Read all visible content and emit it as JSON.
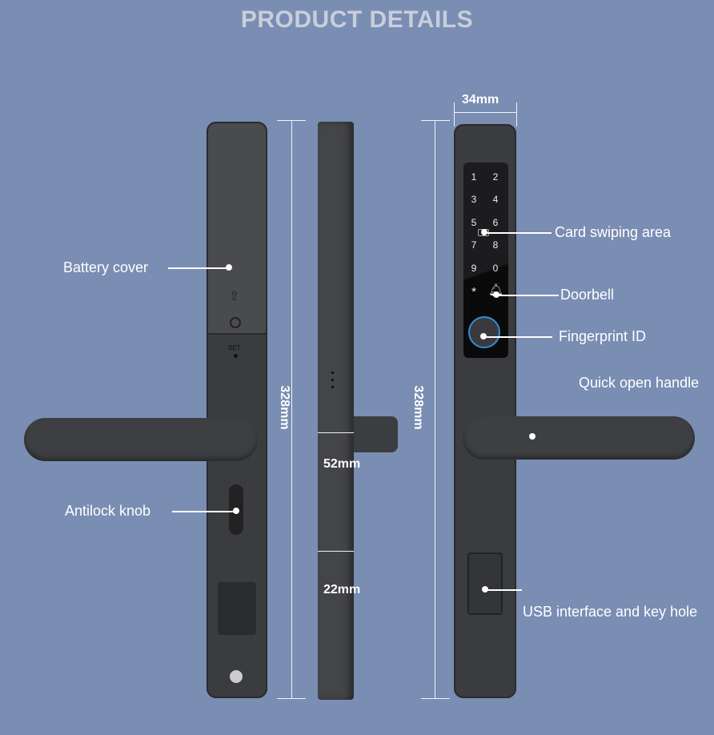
{
  "title": "PRODUCT DETAILS",
  "labels": {
    "battery_cover": "Battery cover",
    "antilock_knob": "Antilock knob",
    "card_swiping_area": "Card swiping area",
    "doorbell": "Doorbell",
    "fingerprint_id": "Fingerprint ID",
    "quick_open_handle": "Quick open handle",
    "usb_interface": "USB interface and key hole"
  },
  "dimensions": {
    "height_left": "328mm",
    "height_right": "328mm",
    "width": "34mm",
    "spindle": "52mm",
    "depth": "22mm"
  },
  "front_panel": {
    "set_label": "SET"
  },
  "keypad": {
    "keys": [
      "1",
      "2",
      "3",
      "4",
      "5",
      "6",
      "7",
      "8",
      "9",
      "0",
      "*"
    ]
  },
  "colors": {
    "background": "#7a8db3",
    "body": "#3b3c3f",
    "ring": "#2f8fd6"
  }
}
